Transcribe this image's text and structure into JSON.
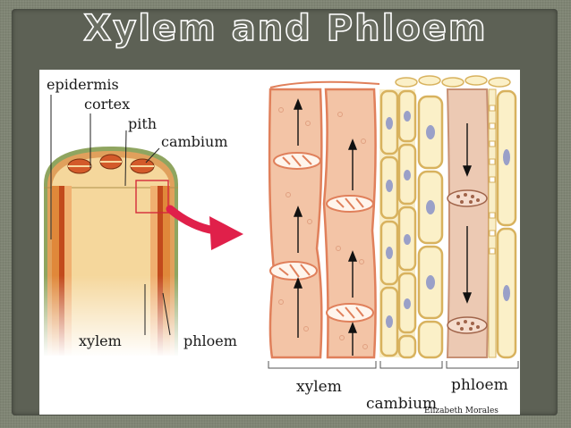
{
  "title": "Xylem and Phloem",
  "labels": {
    "epidermis": "epidermis",
    "cortex": "cortex",
    "pith": "pith",
    "cambium_top": "cambium",
    "xylem_left": "xylem",
    "phloem_left": "phloem",
    "xylem_bottom": "xylem",
    "cambium_bottom": "cambium",
    "phloem_bottom": "phloem"
  },
  "credit": "Elizabeth Morales",
  "colors": {
    "xylem": "#f3c4a6",
    "xylem_border": "#e0805b",
    "cambium": "#fbf0c8",
    "cambium_border": "#d8b25e",
    "phloem": "#ecc9b3",
    "arrow": "#e0204a",
    "title_fill": "#6a6e62"
  }
}
